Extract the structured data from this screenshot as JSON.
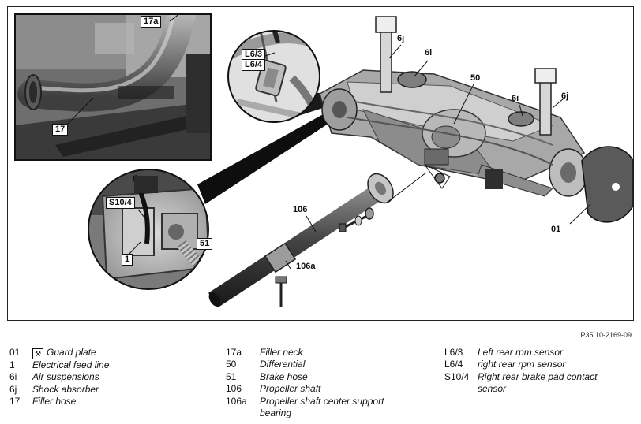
{
  "diagram": {
    "callouts": {
      "c17a": "17a",
      "c17": "17",
      "cL63": "L6/3",
      "cL64": "L6/4",
      "c6j_left": "6j",
      "c6i_left": "6i",
      "c50": "50",
      "c6i_right": "6i",
      "c6j_right": "6j",
      "c01": "01",
      "c106": "106",
      "c106a": "106a",
      "cS104": "S10/4",
      "c51": "51",
      "c1": "1"
    },
    "reference": "P35.10-2169-09"
  },
  "legend": {
    "col1": [
      {
        "code": "01",
        "desc": "Guard plate",
        "icon": "wrench-badge-icon"
      },
      {
        "code": "1",
        "desc": "Electrical feed line"
      },
      {
        "code": "6i",
        "desc": "Air suspensions"
      },
      {
        "code": "6j",
        "desc": "Shock absorber"
      },
      {
        "code": "17",
        "desc": "Filler hose"
      }
    ],
    "col2": [
      {
        "code": "17a",
        "desc": "Filler neck"
      },
      {
        "code": "50",
        "desc": "Differential"
      },
      {
        "code": "51",
        "desc": "Brake hose"
      },
      {
        "code": "106",
        "desc": "Propeller shaft"
      },
      {
        "code": "106a",
        "desc": "Propeller shaft center support",
        "desc2": "bearing"
      }
    ],
    "col3": [
      {
        "code": "L6/3",
        "desc": "Left rear rpm sensor"
      },
      {
        "code": "L6/4",
        "desc": "right rear rpm sensor"
      },
      {
        "code": "S10/4",
        "desc": "Right rear brake pad contact",
        "desc2": "sensor"
      }
    ]
  }
}
